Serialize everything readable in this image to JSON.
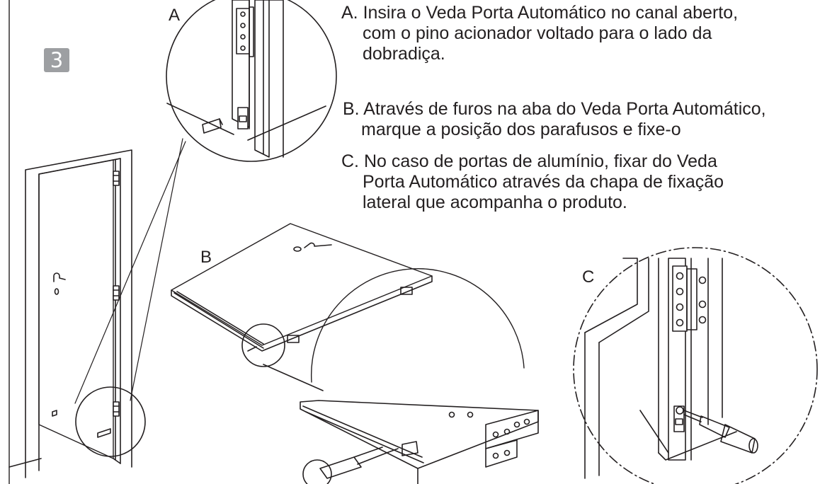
{
  "step": {
    "number": "3"
  },
  "figures": {
    "a": {
      "label": "A"
    },
    "b": {
      "label": "B"
    },
    "c": {
      "label": "C"
    }
  },
  "instructions": [
    {
      "lines": [
        "A. Insira o Veda Porta Automático no canal aberto,",
        "com o pino acionador voltado para o lado da",
        "dobradiça."
      ]
    },
    {
      "lines": [
        "B. Através de furos na aba do Veda Porta Automático,",
        "marque a posição dos parafusos e fixe-o"
      ]
    },
    {
      "lines": [
        "C. No caso de portas de alumínio, fixar do Veda",
        "Porta Automático através da chapa de fixação",
        "lateral que acompanha o produto."
      ]
    }
  ],
  "colors": {
    "ink": "#231f20",
    "badge": "#9d9fa2"
  }
}
